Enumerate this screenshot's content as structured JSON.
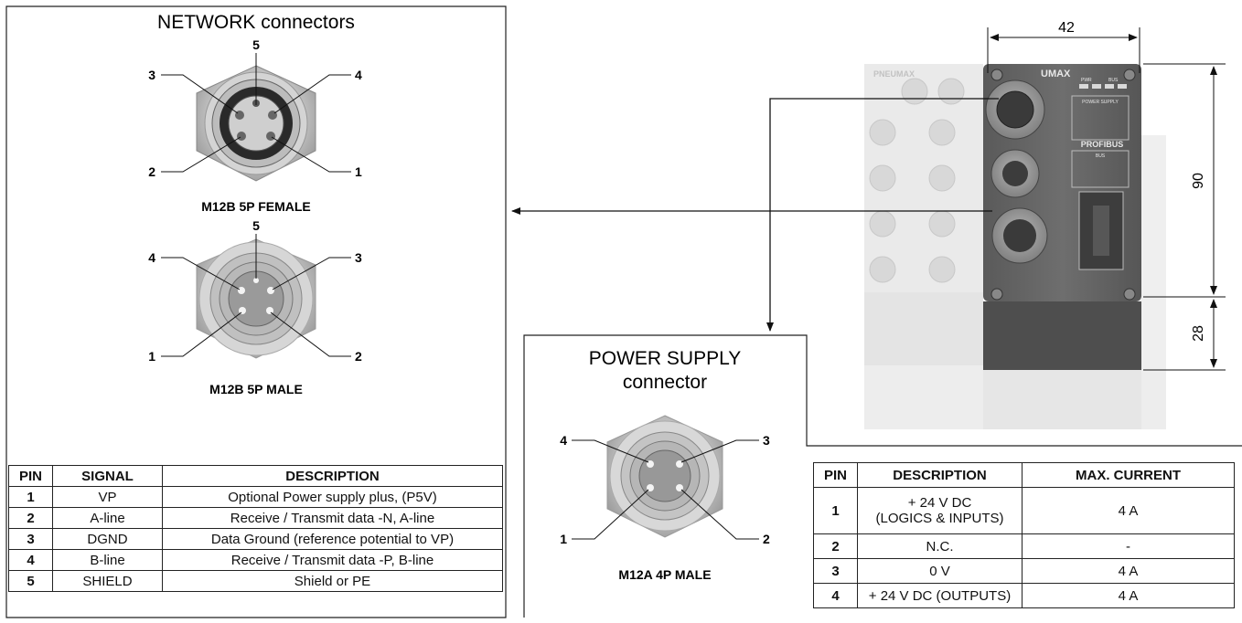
{
  "network": {
    "title": "NETWORK connectors",
    "female": {
      "caption": "M12B 5P FEMALE",
      "pins": [
        "5",
        "3",
        "4",
        "2",
        "1"
      ]
    },
    "male": {
      "caption": "M12B 5P MALE",
      "pins": [
        "5",
        "4",
        "3",
        "1",
        "2"
      ]
    },
    "table": {
      "headers": [
        "PIN",
        "SIGNAL",
        "DESCRIPTION"
      ],
      "rows": [
        {
          "pin": "1",
          "signal": "VP",
          "description": "Optional Power supply plus, (P5V)"
        },
        {
          "pin": "2",
          "signal": "A-line",
          "description": "Receive / Transmit data -N, A-line"
        },
        {
          "pin": "3",
          "signal": "DGND",
          "description": "Data Ground (reference potential to VP)"
        },
        {
          "pin": "4",
          "signal": "B-line",
          "description": "Receive / Transmit data -P, B-line"
        },
        {
          "pin": "5",
          "signal": "SHIELD",
          "description": "Shield or PE"
        }
      ]
    }
  },
  "power": {
    "title_line1": "POWER SUPPLY",
    "title_line2": "connector",
    "connector": {
      "caption": "M12A 4P MALE",
      "pins": [
        "4",
        "3",
        "1",
        "2"
      ]
    },
    "table": {
      "headers": [
        "PIN",
        "DESCRIPTION",
        "MAX. CURRENT"
      ],
      "rows": [
        {
          "pin": "1",
          "description_line1": "+ 24 V DC",
          "description_line2": "(LOGICS & INPUTS)",
          "current": "4 A"
        },
        {
          "pin": "2",
          "description": "N.C.",
          "current": "-"
        },
        {
          "pin": "3",
          "description": "0 V",
          "current": "4 A"
        },
        {
          "pin": "4",
          "description": "+ 24 V DC (OUTPUTS)",
          "current": "4 A"
        }
      ]
    }
  },
  "module": {
    "brand_fragment": "UMAX",
    "brand_left": "PNEUMAX",
    "labels": {
      "power_supply": "POWER SUPPLY",
      "profibus": "PROFIBUS",
      "bus": "BUS",
      "leds": [
        "PWR",
        "BUS"
      ]
    }
  },
  "dimensions": {
    "width": "42",
    "height_main": "90",
    "height_base": "28"
  }
}
